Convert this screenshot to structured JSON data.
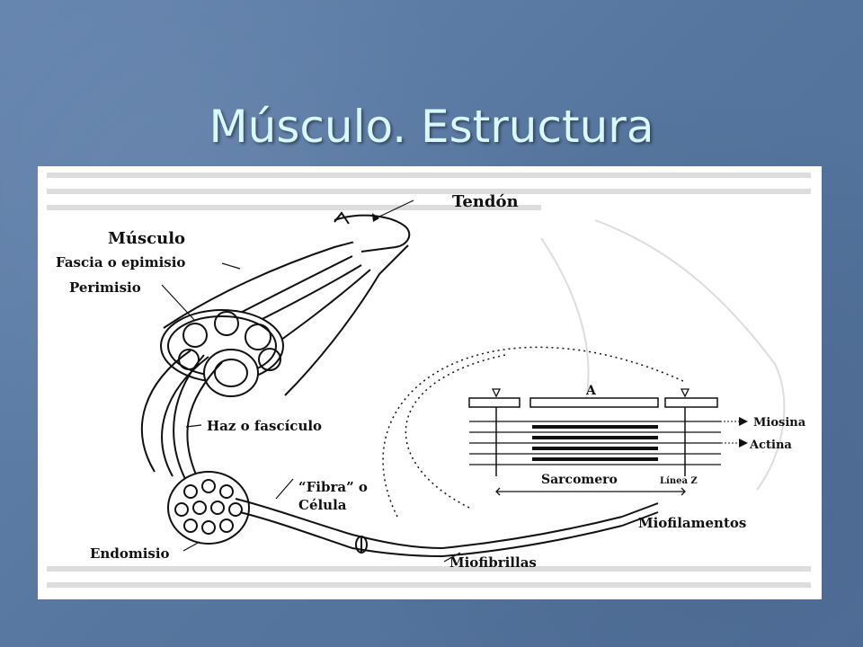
{
  "slide": {
    "title": "Músculo. Estructura"
  },
  "diagram": {
    "labels": {
      "tendon": "Tendón",
      "musculo": "Músculo",
      "fascia": "Fascia o epimisio",
      "perimisio": "Perimisio",
      "haz": "Haz o fascículo",
      "fibra_line1": "“Fibra” o",
      "fibra_line2": "Célula",
      "endomisio": "Endomisio",
      "miofibrillas": "Miofibrillas",
      "miofilamentos": "Miofilamentos",
      "miosina": "Miosina",
      "actina": "Actina",
      "a_band": "A",
      "sarcomero": "Sarcomero",
      "linea_z": "Línea Z"
    },
    "colors": {
      "ink": "#111111",
      "background_text": "#d8d8d8",
      "title": "#d9f7ff"
    }
  }
}
